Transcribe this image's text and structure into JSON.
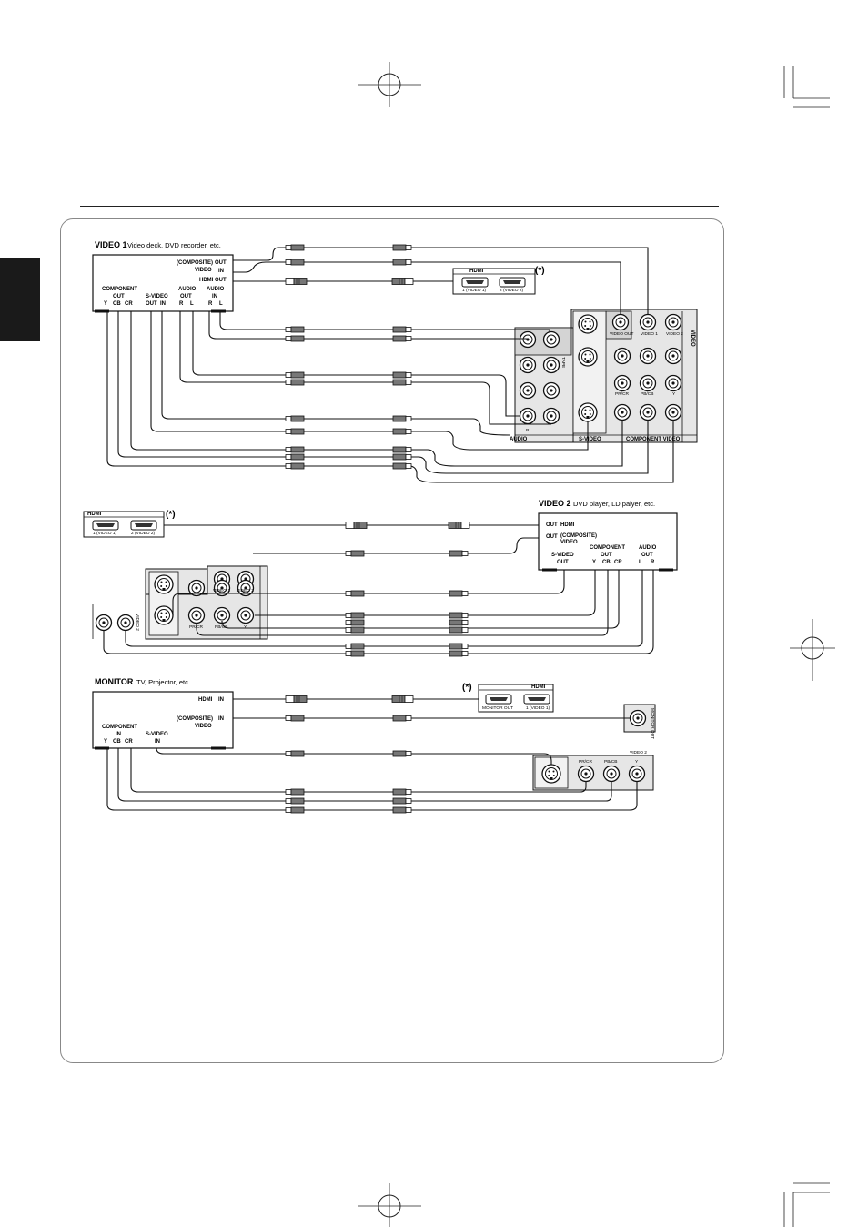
{
  "video1": {
    "title": "VIDEO 1",
    "desc": "Video deck, DVD recorder, etc.",
    "composite": "(COMPOSITE)",
    "video": "VIDEO",
    "out": "OUT",
    "in": "IN",
    "hdmi_out": "HDMI OUT",
    "component": "COMPONENT",
    "component_out": "OUT",
    "svideo": "S-VIDEO",
    "audio_out": "AUDIO",
    "audio_out_sub": "OUT",
    "audio_in": "AUDIO",
    "audio_in_sub": "IN",
    "y": "Y",
    "cb": "CB",
    "cr": "CR",
    "s_out": "OUT",
    "s_in": "IN",
    "r": "R",
    "l": "L",
    "l2": "L",
    "r2": "R"
  },
  "hdmi_panel": {
    "title": "HDMI",
    "port1": "1 (VIDEO 1)",
    "port2": "2 (VIDEO 2)",
    "star": "(*)"
  },
  "receiver": {
    "video": "VIDEO",
    "video1": "VIDEO 1",
    "video2": "VIDEO 2",
    "video_out": "VIDEO OUT",
    "monitor_out": "MONITOR OUT",
    "prcr": "PR/CR",
    "pbcb": "PB/CB",
    "y": "Y",
    "audio": "AUDIO",
    "svideo": "S-VIDEO",
    "component_video": "COMPONENT VIDEO",
    "r": "R",
    "l": "L",
    "tape": "TAPE"
  },
  "video2": {
    "title": "VIDEO 2",
    "desc": "DVD player, LD palyer, etc.",
    "out1": "OUT",
    "hdmi": "HDMI",
    "out2": "OUT",
    "composite": "(COMPOSITE)",
    "video": "VIDEO",
    "svideo": "S-VIDEO",
    "svideo_out": "OUT",
    "component": "COMPONENT",
    "component_out": "OUT",
    "audio": "AUDIO",
    "audio_out": "OUT",
    "y": "Y",
    "cb": "CB",
    "cr": "CR",
    "l": "L",
    "r": "R"
  },
  "monitor": {
    "title": "MONITOR",
    "desc": "TV, Projector, etc.",
    "hdmi": "HDMI",
    "in1": "IN",
    "composite": "(COMPOSITE)",
    "video": "VIDEO",
    "in2": "IN",
    "component": "COMPONENT",
    "component_in": "IN",
    "svideo": "S-VIDEO",
    "svideo_in": "IN",
    "y": "Y",
    "cb": "CB",
    "cr": "CR"
  },
  "monitor_hdmi": {
    "title": "HDMI",
    "monitor_out": "MONITOR OUT",
    "port1": "1 (VIDEO 1)",
    "star": "(*)"
  }
}
